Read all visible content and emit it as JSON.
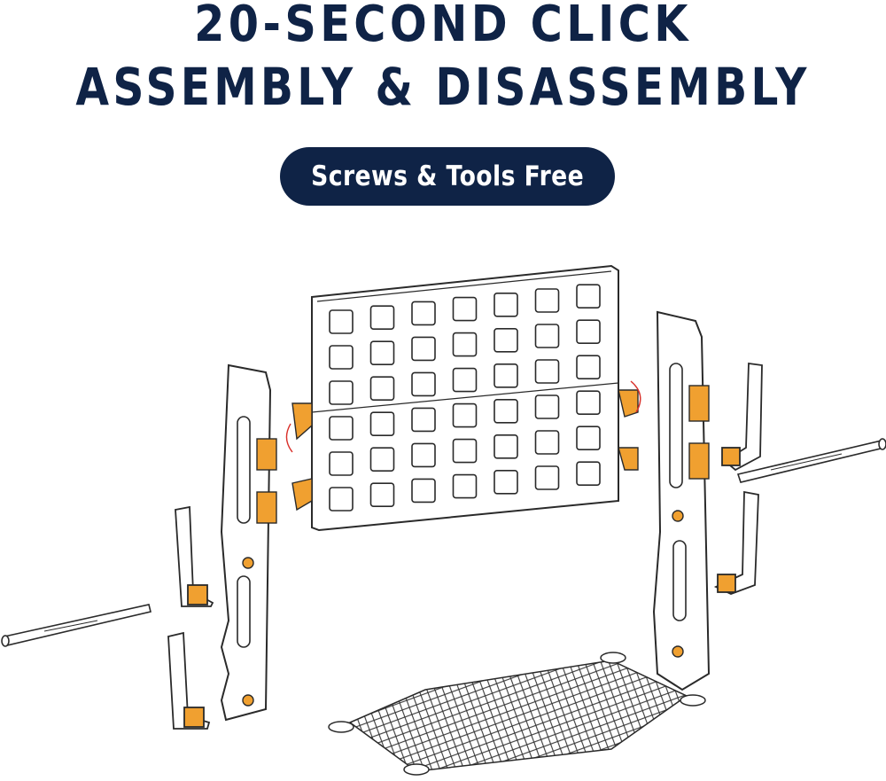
{
  "headline": {
    "line1": "20-SECOND CLICK",
    "line2": "ASSEMBLY & DISASSEMBLY"
  },
  "badge": {
    "label": "Screws & Tools Free"
  },
  "colors": {
    "navy": "#0f2346",
    "orange": "#f0a030",
    "line": "#2a2a2a",
    "clip_arrow": "#d9302a"
  },
  "illustration": {
    "parts": [
      "panel-grid-icon",
      "left-post-icon",
      "right-post-icon",
      "corner-bracket-icon",
      "connecting-rod-icon",
      "safety-net-icon"
    ]
  }
}
